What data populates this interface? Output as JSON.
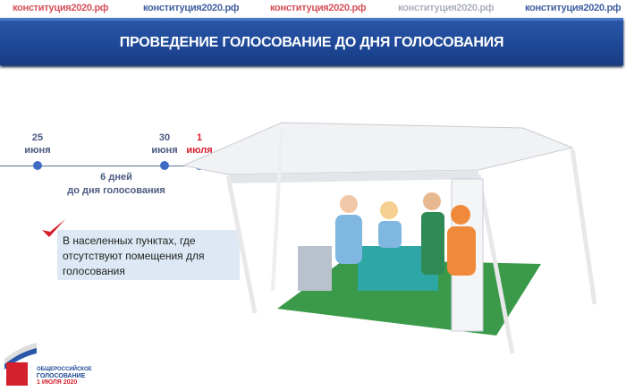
{
  "header": {
    "sites": [
      "конституция2020.рф",
      "конституция2020.рф",
      "конституция2020.рф",
      "конституция2020.рф",
      "конституция2020.рф"
    ],
    "title": "ПРОВЕДЕНИЕ ГОЛОСОВАНИЕ ДО ДНЯ ГОЛОСОВАНИЯ"
  },
  "timeline": {
    "dates": [
      {
        "day": "25",
        "month": "июня"
      },
      {
        "day": "30",
        "month": "июня"
      },
      {
        "day": "1",
        "month": "июля"
      }
    ],
    "days_label": "6 дней",
    "days_sub": "до дня голосования"
  },
  "note": "В населенных пунктах, где отсутствуют помещения для голосования",
  "logo": {
    "line1": "ОБЩЕРОССИЙСКОЕ",
    "line2": "ГОЛОСОВАНИЕ",
    "line3": "1 ИЮЛЯ 2020"
  },
  "colors": {
    "banner": "#1d4795",
    "accent_red": "#d41f2c",
    "dot": "#3f6bc4",
    "note_bg": "#dde8f4"
  }
}
